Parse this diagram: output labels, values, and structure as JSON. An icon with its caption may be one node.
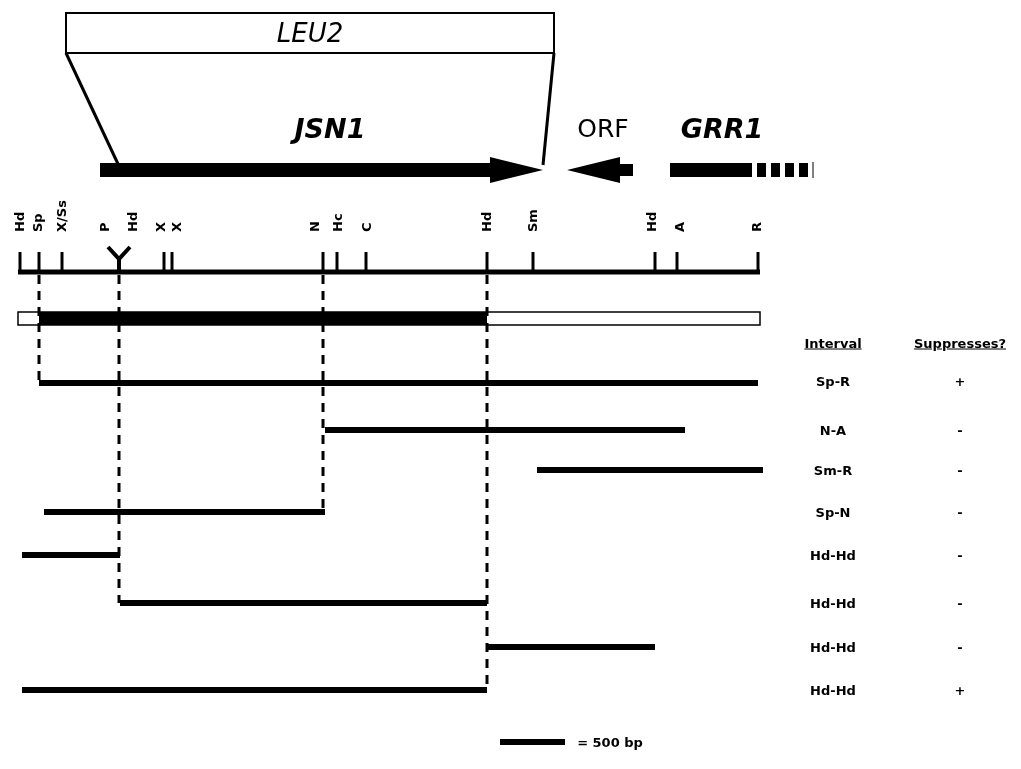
{
  "diagram": {
    "nodes": [
      {
        "text": [
          "LEU2"
        ]
      }
    ],
    "edges": [],
    "labels": [
      "JSN1",
      "ORF",
      "GRR1",
      "Hd",
      "Sp",
      "X/Ss",
      "P",
      "Hd",
      "X",
      "X",
      "N",
      "Hc",
      "C",
      "Hd",
      "Sm",
      "Hd",
      "A",
      "R",
      "Interval",
      "Suppresses?",
      "Sp-R",
      "+",
      "N-A",
      "-",
      "Sm-R",
      "-",
      "Sp-N",
      "-",
      "Hd-Hd",
      "-",
      "Hd-Hd",
      "-",
      "Hd-Hd",
      "-",
      "Hd-Hd",
      "+",
      "= 500 bp"
    ]
  }
}
